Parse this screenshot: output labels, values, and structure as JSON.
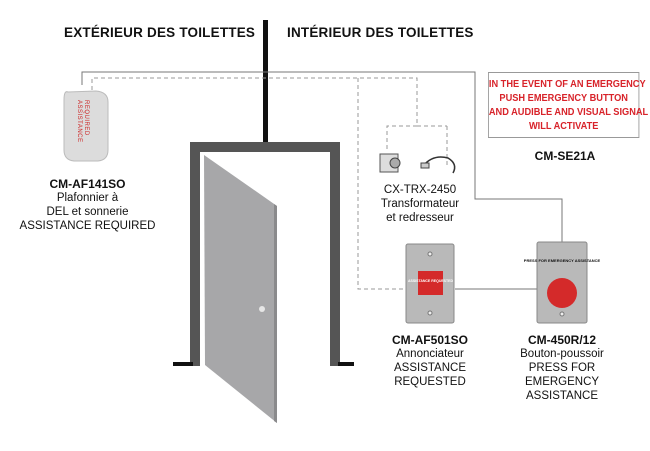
{
  "headers": {
    "exterior": "EXTÉRIEUR DES TOILETTES",
    "interior": "INTÉRIEUR DES TOILETTES"
  },
  "devices": {
    "light": {
      "model": "CM-AF141SO",
      "lines": [
        "Plafonnier à",
        "DEL et sonnerie",
        "ASSISTANCE REQUIRED"
      ],
      "face_text_1": "ASSISTANCE",
      "face_text_2": "REQUIRED"
    },
    "transformer": {
      "model": "CX-TRX-2450",
      "lines": [
        "Transformateur",
        "et redresseur"
      ]
    },
    "sign": {
      "model": "CM-SE21A",
      "lines": [
        "IN THE EVENT OF AN EMERGENCY",
        "PUSH EMERGENCY BUTTON",
        "AND AUDIBLE AND VISUAL SIGNAL",
        "WILL ACTIVATE"
      ]
    },
    "annunciator": {
      "model": "CM-AF501SO",
      "lines": [
        "Annonciateur",
        "ASSISTANCE",
        "REQUESTED"
      ],
      "face_text": "ASSISTANCE REQUESTED"
    },
    "button": {
      "model": "CM-450R/12",
      "lines": [
        "Bouton-poussoir",
        "PRESS FOR",
        "EMERGENCY",
        "ASSISTANCE"
      ],
      "face_text": "PRESS FOR EMERGENCY ASSISTANCE"
    }
  },
  "colors": {
    "frame": "#555555",
    "door": "#a7a7a9",
    "sign_red": "#d8232a",
    "button_red": "#d42a2a"
  }
}
